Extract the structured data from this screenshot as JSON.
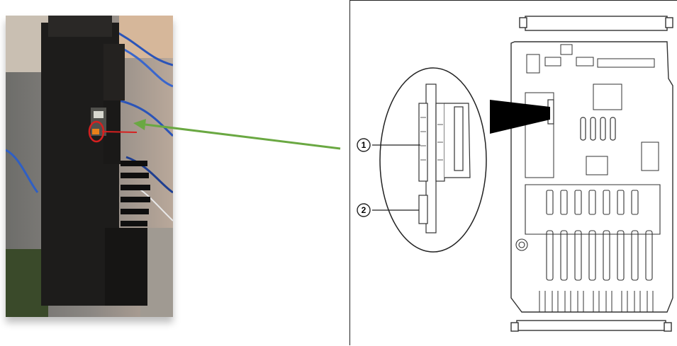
{
  "photo": {
    "icon": "device-photo",
    "accent": "#d62020"
  },
  "arrow": {
    "icon": "green-arrow-icon",
    "color": "#6aa842"
  },
  "diagram": {
    "callouts": [
      {
        "label": "1"
      },
      {
        "label": "2"
      }
    ]
  }
}
